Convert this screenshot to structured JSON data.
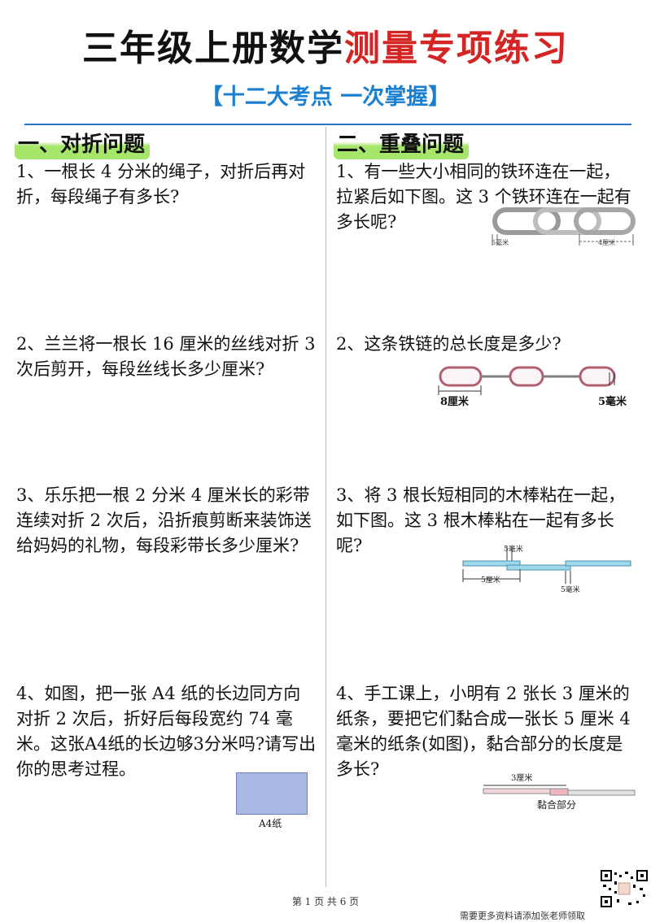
{
  "header": {
    "title_black": "三年级上册数学",
    "title_red": "测量专项练习",
    "subtitle": "【十二大考点 一次掌握】"
  },
  "sections": {
    "left_title": "一、对折问题",
    "right_title": "二、重叠问题"
  },
  "left_questions": [
    {
      "text": "1、一根长 4 分米的绳子，对折后再对折，每段绳子有多长?"
    },
    {
      "text": "2、兰兰将一根长 16 厘米的丝线对折 3 次后剪开，每段丝线长多少厘米?"
    },
    {
      "text": "3、乐乐把一根 2 分米 4 厘米长的彩带连续对折 2 次后，沿折痕剪断来装饰送给妈妈的礼物，每段彩带长多少厘米?"
    },
    {
      "text": "4、如图，把一张 A4 纸的长边同方向对折 2 次后，折好后每段宽约 74 毫米。这张A4纸的长边够3分米吗?请写出你的思考过程。"
    }
  ],
  "right_questions": [
    {
      "text": "1、有一些大小相同的铁环连在一起，拉紧后如下图。这 3 个铁环连在一起有多长呢?"
    },
    {
      "text": "2、这条铁链的总长度是多少?"
    },
    {
      "text": "3、将 3 根长短相同的木棒粘在一起，如下图。这 3 根木棒粘在一起有多长呢?"
    },
    {
      "text": "4、手工课上，小明有 2 张长 3 厘米的纸条，要把它们黏合成一张长 5 厘米 4 毫米的纸条(如图)，黏合部分的长度是多长?"
    }
  ],
  "figures": {
    "ring_label_left": "5毫米",
    "ring_label_right": "4厘米",
    "chain_label_left": "8厘米",
    "chain_label_right": "5毫米",
    "stick_label_top": "5毫米",
    "stick_label_left": "5厘米",
    "stick_label_right": "5毫米",
    "paper_label": "A4纸",
    "strip_label_top": "3厘米",
    "strip_label_bottom": "黏合部分"
  },
  "footer": {
    "page_info": "第 1 页 共 6 页",
    "promo": "需要更多资料请添加张老师领取"
  },
  "colors": {
    "title_red": "#d42424",
    "subtitle_blue": "#1b7fd0",
    "rule_blue": "#2a76c6",
    "highlight_green": "#96e150",
    "paper_fill": "#aab8e6"
  }
}
